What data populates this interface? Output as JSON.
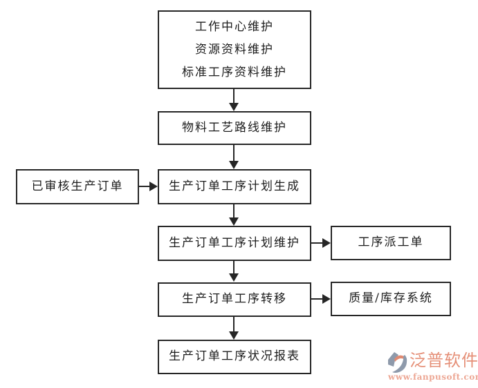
{
  "canvas": {
    "background_color": "#ffffff",
    "line_color": "#262626",
    "text_color": "#1b1b1b"
  },
  "boxes": {
    "master_data": {
      "line1": "工作中心维护",
      "line2": "资源资料维护",
      "line3": "标准工序资料维护"
    },
    "routing": {
      "label": "物料工艺路线维护"
    },
    "plan_generate": {
      "label": "生产订单工序计划生成"
    },
    "plan_maintain": {
      "label": "生产订单工序计划维护"
    },
    "transfer": {
      "label": "生产订单工序转移"
    },
    "status_report": {
      "label": "生产订单工序状况报表"
    },
    "approved_order": {
      "label": "已审核生产订单"
    },
    "dispatch_order": {
      "label": "工序派工单"
    },
    "quality_inventory": {
      "label": "质量/库存系统"
    }
  },
  "connections": [
    {
      "from": "master_data",
      "to": "routing",
      "direction": "down"
    },
    {
      "from": "routing",
      "to": "plan_generate",
      "direction": "down"
    },
    {
      "from": "approved_order",
      "to": "plan_generate",
      "direction": "right"
    },
    {
      "from": "plan_generate",
      "to": "plan_maintain",
      "direction": "down"
    },
    {
      "from": "plan_maintain",
      "to": "dispatch_order",
      "direction": "right"
    },
    {
      "from": "plan_maintain",
      "to": "transfer",
      "direction": "down"
    },
    {
      "from": "transfer",
      "to": "quality_inventory",
      "direction": "right"
    },
    {
      "from": "transfer",
      "to": "status_report",
      "direction": "down"
    }
  ],
  "branding": {
    "name": "泛普软件",
    "url": "www.fanpusoft.com",
    "name_color": "#e58f77",
    "url_color": "#eda794",
    "icon_color": "#8e9aab",
    "icon_accent_color": "#e08a72"
  }
}
